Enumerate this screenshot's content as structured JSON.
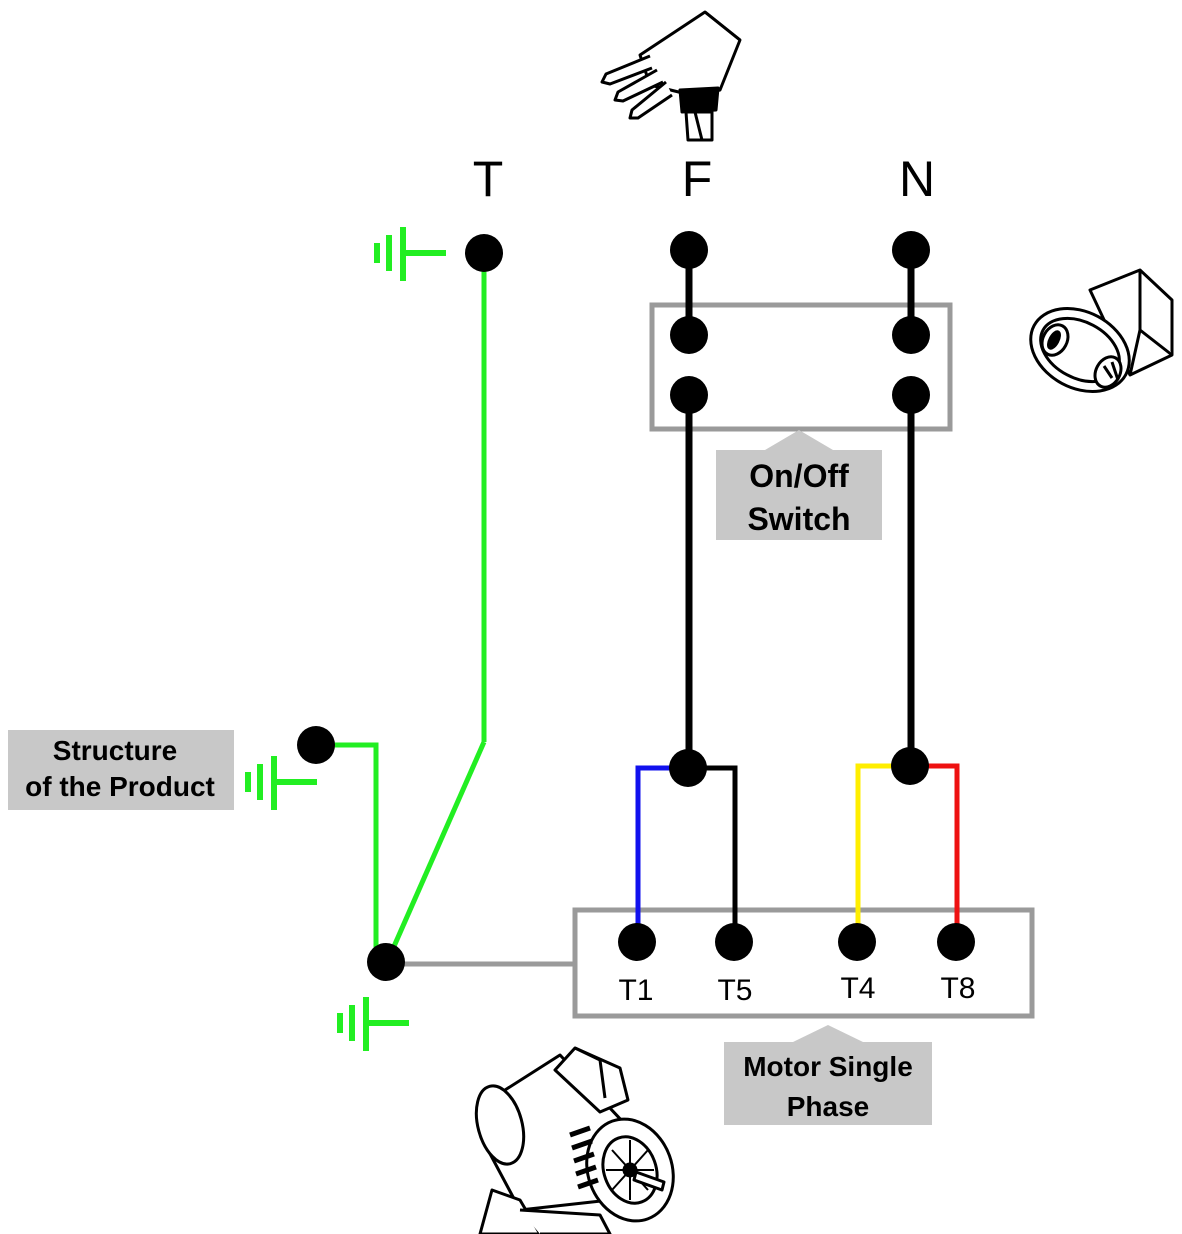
{
  "supply": {
    "terminal_t": "T",
    "terminal_f": "F",
    "terminal_n": "N"
  },
  "switch": {
    "label_line1": "On/Off",
    "label_line2": "Switch"
  },
  "motor": {
    "label_line1": "Motor Single",
    "label_line2": "Phase",
    "terminals": [
      "T1",
      "T5",
      "T4",
      "T8"
    ]
  },
  "structure": {
    "label_line1": "Structure",
    "label_line2": "of the Product"
  },
  "colors": {
    "earth_wire": "#22ee22",
    "line_wire": "#000000",
    "t1_wire": "#1111ee",
    "t5_wire": "#000000",
    "t4_wire": "#ffee00",
    "t8_wire": "#ee1111",
    "box_outline": "#9a9a9a",
    "callout_fill": "#c8c8c8"
  },
  "icons": [
    "plug-icon",
    "rocker-switch-icon",
    "electric-motor-icon",
    "ground-symbol-icon"
  ]
}
